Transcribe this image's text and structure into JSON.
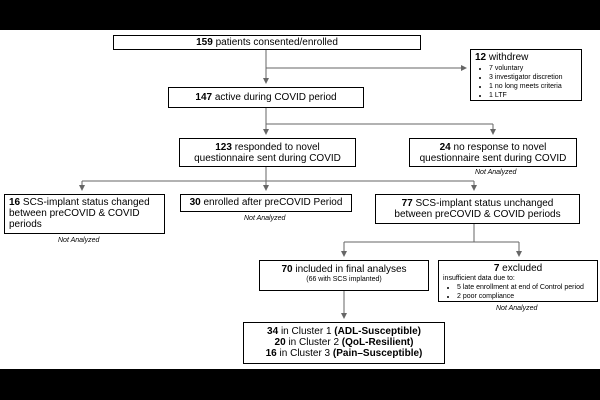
{
  "consented": {
    "count": "159",
    "text": "patients consented/enrolled"
  },
  "withdrew": {
    "count": "12",
    "text": "withdrew",
    "reasons": [
      "7 voluntary",
      "3 investigator discretion",
      "1 no long meets criteria",
      "1 LTF"
    ]
  },
  "active": {
    "count": "147",
    "text": "active during COVID period"
  },
  "responded": {
    "count": "123",
    "text": "responded to novel",
    "line2": "questionnaire sent during COVID"
  },
  "no_response": {
    "count": "24",
    "text": "no response to novel",
    "line2": "questionnaire sent during COVID",
    "note": "Not Analyzed"
  },
  "changed": {
    "count": "16",
    "text": "SCS-implant status changed",
    "line2": "between preCOVID & COVID",
    "line3": "periods",
    "note": "Not Analyzed"
  },
  "enrolled_after": {
    "count": "30",
    "text": "enrolled after preCOVID Period",
    "note": "Not Analyzed"
  },
  "unchanged": {
    "count": "77",
    "text": "SCS-implant status unchanged",
    "line2": "between preCOVID & COVID periods"
  },
  "included": {
    "count": "70",
    "text": "included in final analyses",
    "sub": "(66 with SCS implanted)"
  },
  "excluded": {
    "count": "7",
    "text": "excluded",
    "sub": "insufficient data due to:",
    "reasons": [
      "5 late enrollment at end of Control period",
      "2 poor compliance"
    ],
    "note": "Not Analyzed"
  },
  "clusters": [
    {
      "count": "34",
      "pre": "in Cluster 1",
      "name": "(ADL-Susceptible)"
    },
    {
      "count": "20",
      "pre": "in Cluster 2",
      "name": "(QoL-Resilient)"
    },
    {
      "count": "16",
      "pre": "in Cluster 3",
      "name": "(Pain–Susceptible)"
    }
  ]
}
